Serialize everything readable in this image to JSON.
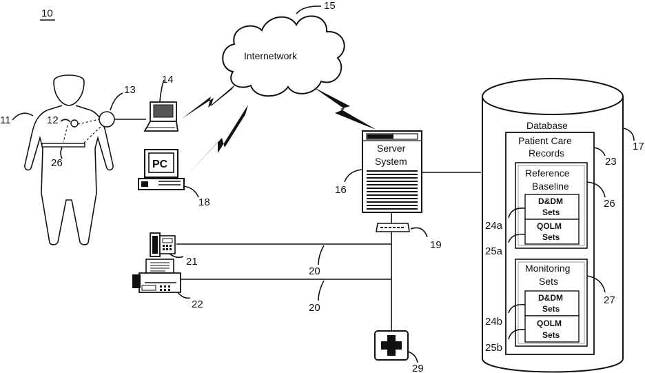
{
  "figure_number": "10",
  "cloud": {
    "label": "Internetwork",
    "ref": "15"
  },
  "patient": {
    "ref": "11",
    "sensor_ref": "12",
    "belt_ref": "26"
  },
  "monitor": {
    "ref": "13"
  },
  "laptop": {
    "ref": "14"
  },
  "pc": {
    "screen_text": "PC",
    "ref": "18"
  },
  "server": {
    "label_line1": "Server",
    "label_line2": "System",
    "ref": "16"
  },
  "router": {
    "ref": "19"
  },
  "phone": {
    "ref": "21"
  },
  "fax": {
    "ref": "22"
  },
  "line_refs": [
    "20",
    "20"
  ],
  "medical": {
    "ref": "29"
  },
  "database": {
    "label": "Database",
    "ref": "17",
    "records": {
      "line1": "Patient Care",
      "line2": "Records",
      "ref": "23"
    },
    "reference": {
      "line1": "Reference",
      "line2": "Baseline",
      "ref": "26",
      "sets": [
        {
          "line1": "D&DM",
          "line2": "Sets",
          "ref": "24a"
        },
        {
          "line1": "QOLM",
          "line2": "Sets",
          "ref": "25a"
        }
      ]
    },
    "monitoring": {
      "line1": "Monitoring",
      "line2": "Sets",
      "ref": "27",
      "sets": [
        {
          "line1": "D&DM",
          "line2": "Sets",
          "ref": "24b"
        },
        {
          "line1": "QOLM",
          "line2": "Sets",
          "ref": "25b"
        }
      ]
    }
  }
}
